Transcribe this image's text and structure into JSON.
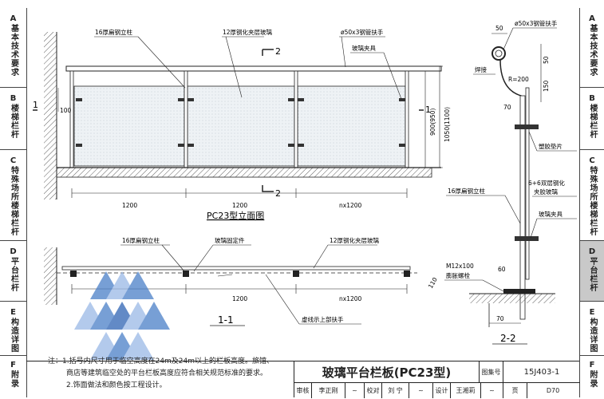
{
  "left_tabs": [
    {
      "code": "A",
      "title": "基本技术要求"
    },
    {
      "code": "B",
      "title": "楼梯栏杆"
    },
    {
      "code": "C",
      "title": "特殊场所楼梯栏杆"
    },
    {
      "code": "D",
      "title": "平台栏杆"
    },
    {
      "code": "E",
      "title": "构造详图"
    },
    {
      "code": "F",
      "title": "附录"
    }
  ],
  "right_tabs": [
    {
      "code": "A",
      "title": "基本技术要求"
    },
    {
      "code": "B",
      "title": "楼梯栏杆"
    },
    {
      "code": "C",
      "title": "特殊场所楼梯栏杆"
    },
    {
      "code": "D",
      "title": "平台栏杆",
      "active": true
    },
    {
      "code": "E",
      "title": "构造详图"
    },
    {
      "code": "F",
      "title": "附录"
    }
  ],
  "elevation": {
    "post_label": "16厚扁钢立柱",
    "glass_label": "12厚钢化夹层玻璃",
    "handrail_label": "ø50x3钢管扶手",
    "clamp_label": "玻璃夹具",
    "section_mark": "2",
    "section_mark2": "1",
    "dim_100": "100",
    "dim_900": "900(950)",
    "dim_1050": "1050(1100)",
    "dim_1200a": "1200",
    "dim_1200b": "1200",
    "dim_nx": "nx1200",
    "caption": "PC23型立面图"
  },
  "plan": {
    "post_label": "16厚扁钢立柱",
    "fixing_label": "玻璃固定件",
    "glass_label": "12厚钢化夹层玻璃",
    "dim_110": "110",
    "dim_1200": "1200",
    "dim_nx": "nx1200",
    "dashed_label": "虚线示上部扶手",
    "caption": "1-1"
  },
  "section": {
    "dim_50": "50",
    "handrail_label": "ø50x3钢管扶手",
    "weld_label": "焊接",
    "radius_label": "R=200",
    "dim_50b": "50",
    "dim_150": "150",
    "dim_70": "70",
    "pad_label": "塑胶垫片",
    "post_label": "16厚扁钢立柱",
    "glass_label_a": "6+6双层钢化",
    "glass_label_b": "夹胶玻璃",
    "clamp_label": "玻璃夹具",
    "bolt_label_a": "M12x100",
    "bolt_label_b": "膨胀螺栓",
    "dim_60": "60",
    "dim_70b": "70",
    "caption": "2-2"
  },
  "notes": {
    "line1": "注：1.括号内尺寸用于临空高度在24m及24m以上的栏板高度。旅馆、",
    "line2": "商店等建筑临空处的平台栏板高度应符合相关规范标准的要求。",
    "line3": "2.饰面做法和颜色按工程设计。"
  },
  "title_block": {
    "title": "玻璃平台栏板(PC23型)",
    "atlas_label": "图集号",
    "atlas_no": "15J403-1",
    "review_label": "审核",
    "reviewer": "李正刚",
    "check_label": "校对",
    "checker": "刘 宁",
    "design_label": "设计",
    "designer": "王湘莉",
    "page_label": "页",
    "page_no": "D70"
  },
  "colors": {
    "line": "#222222",
    "glass": "#e9eef2",
    "active_tab": "#c9c9c9",
    "watermark": "#4a7fc8"
  }
}
